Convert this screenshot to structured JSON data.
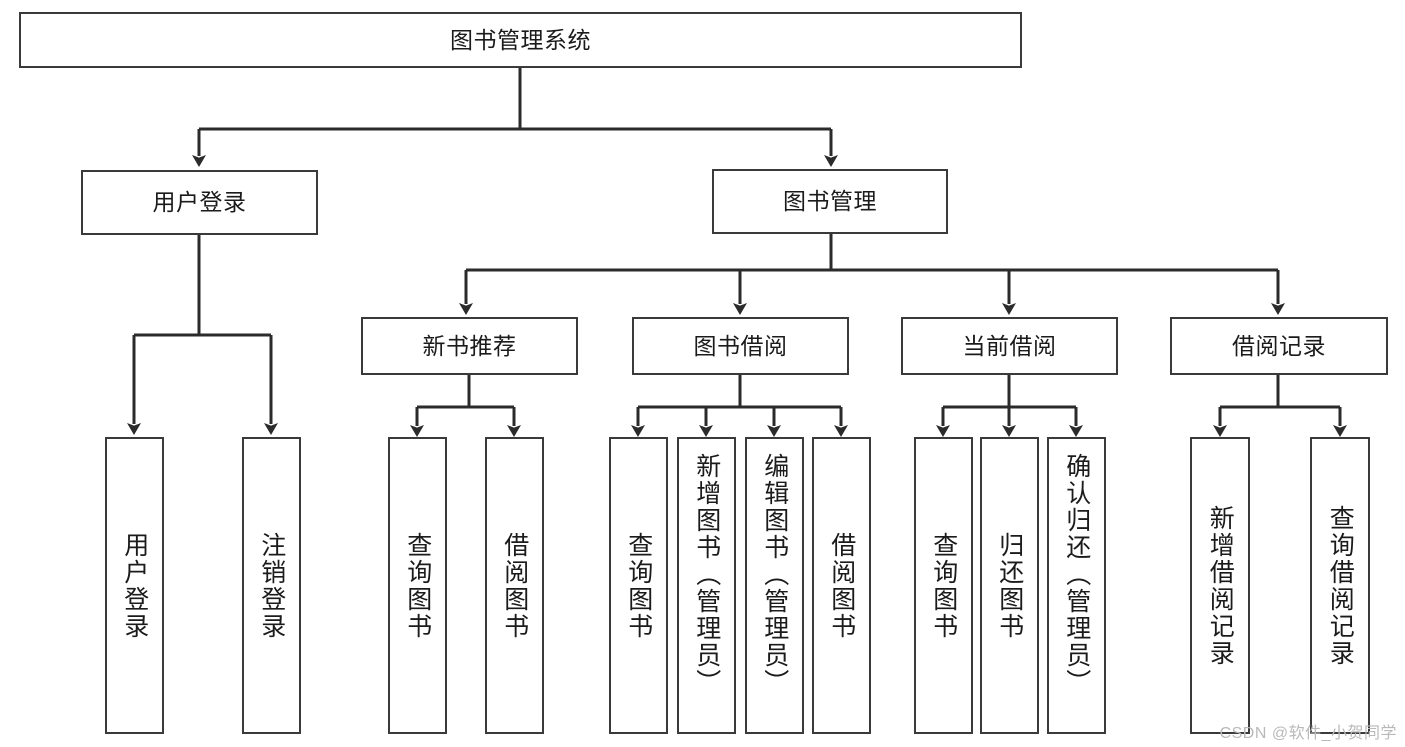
{
  "diagram": {
    "type": "tree-hierarchy",
    "title": "图书管理系统",
    "watermark": "CSDN @软件_小贺同学",
    "colors": {
      "box_border": "#3a3a3a",
      "box_fill": "#ffffff",
      "edge": "#2b2b2b",
      "text": "#1b1b1b",
      "watermark": "#b9b9b9",
      "background": "#ffffff"
    },
    "levels": [
      {
        "level": 1,
        "nodes": [
          {
            "id": "root",
            "label": "图书管理系统"
          }
        ]
      },
      {
        "level": 2,
        "nodes": [
          {
            "id": "login",
            "label": "用户登录",
            "parent": "root"
          },
          {
            "id": "bookmgmt",
            "label": "图书管理",
            "parent": "root"
          }
        ]
      },
      {
        "level": 3,
        "nodes": [
          {
            "id": "newbook",
            "label": "新书推荐",
            "parent": "bookmgmt"
          },
          {
            "id": "borrow",
            "label": "图书借阅",
            "parent": "bookmgmt"
          },
          {
            "id": "current",
            "label": "当前借阅",
            "parent": "bookmgmt"
          },
          {
            "id": "records",
            "label": "借阅记录",
            "parent": "bookmgmt"
          }
        ]
      },
      {
        "level": 4,
        "nodes": [
          {
            "id": "leaf-1",
            "label": "用户登录",
            "parent": "login"
          },
          {
            "id": "leaf-2",
            "label": "注销登录",
            "parent": "login"
          },
          {
            "id": "leaf-3",
            "label": "查询图书",
            "parent": "newbook"
          },
          {
            "id": "leaf-4",
            "label": "借阅图书",
            "parent": "newbook"
          },
          {
            "id": "leaf-5",
            "label": "查询图书",
            "parent": "borrow"
          },
          {
            "id": "leaf-6",
            "label": "新增图书（管理员）",
            "parent": "borrow"
          },
          {
            "id": "leaf-7",
            "label": "编辑图书（管理员）",
            "parent": "borrow"
          },
          {
            "id": "leaf-8",
            "label": "借阅图书",
            "parent": "borrow"
          },
          {
            "id": "leaf-9",
            "label": "查询图书",
            "parent": "current"
          },
          {
            "id": "leaf-10",
            "label": "归还图书",
            "parent": "current"
          },
          {
            "id": "leaf-11",
            "label": "确认归还（管理员）",
            "parent": "current"
          },
          {
            "id": "leaf-12",
            "label": "新增借阅记录",
            "parent": "records"
          },
          {
            "id": "leaf-13",
            "label": "查询借阅记录",
            "parent": "records"
          }
        ]
      }
    ]
  }
}
